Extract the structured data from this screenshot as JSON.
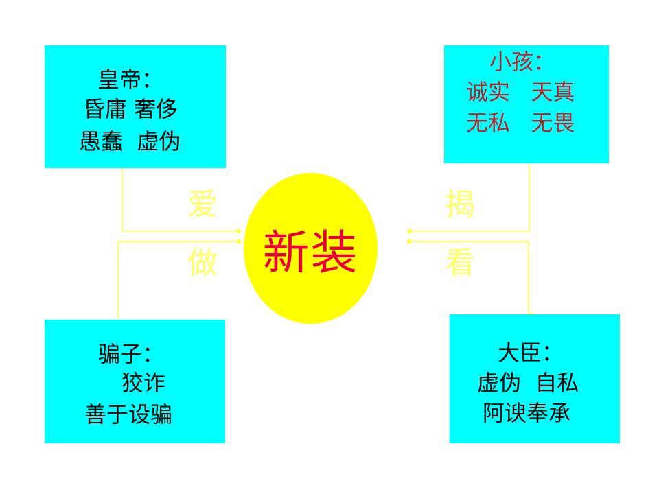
{
  "colors": {
    "box_fill": "#00ffff",
    "center_fill": "#ffff00",
    "center_text": "#e8003a",
    "connector": "#ffff33",
    "verb_text": "#ffff66",
    "body_text": "#000000",
    "child_text": "#c0202a"
  },
  "center": {
    "label": "新装"
  },
  "boxes": {
    "emperor": {
      "title": "皇帝：",
      "lines": [
        "昏庸 奢侈",
        "愚蠢  虚伪"
      ]
    },
    "child": {
      "title": "小孩：",
      "lines": [
        "诚实   天真",
        "无私   无畏"
      ]
    },
    "swindler": {
      "title": "骗子：",
      "lines": [
        "狡诈",
        "善于设骗"
      ]
    },
    "minister": {
      "title": "大臣：",
      "lines": [
        "虚伪  自私",
        "阿谀奉承"
      ]
    }
  },
  "verbs": {
    "love": "爱",
    "make": "做",
    "expose": "揭",
    "watch": "看"
  }
}
